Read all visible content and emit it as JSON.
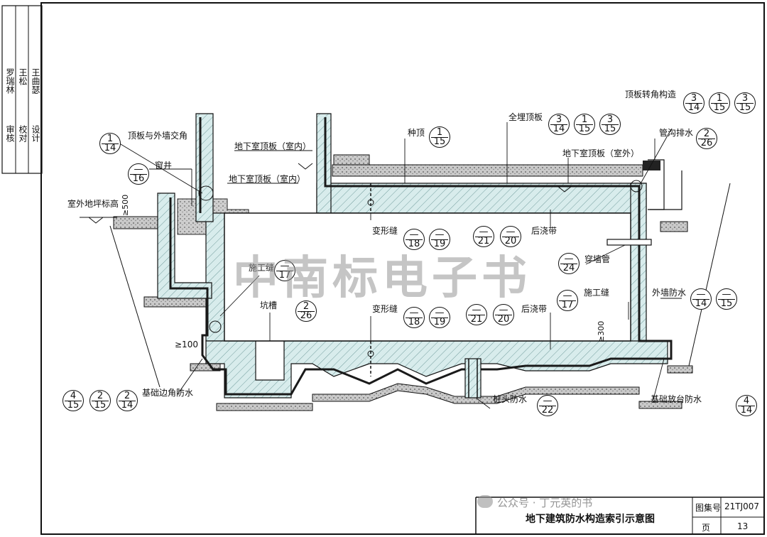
{
  "labels": {
    "roof_outer_wall": "顶板与外墙交角",
    "window_well": "窗井",
    "outdoor_ground": "室外地坪标高",
    "dim_500": "≥500",
    "roof_indoor_1": "地下室顶板（室内）",
    "roof_indoor_2": "地下室顶板（室内）",
    "planting_roof": "种顶",
    "fully_buried_roof": "全埋顶板",
    "roof_corner": "顶板转角构造",
    "trench_drain": "管沟排水",
    "roof_outdoor": "地下室顶板（室外）",
    "deform_joint_top": "变形缝",
    "post_pour_top": "后浇带",
    "wall_pipe": "穿墙管",
    "constr_joint_left": "施工缝",
    "constr_joint_right": "施工缝",
    "outer_wall_wp": "外墙防水",
    "pit": "坑槽",
    "deform_joint_bottom": "变形缝",
    "post_pour_bottom": "后浇带",
    "dim_300": "≥300",
    "dim_100": "≥100",
    "found_corner_wp": "基础边角防水",
    "pile_head_wp": "桩头防水",
    "found_step_wp": "基础放台防水"
  },
  "bubbles": {
    "roof_outer_wall": {
      "top": "1",
      "bottom": "14"
    },
    "window_well": {
      "top": "—",
      "bottom": "16"
    },
    "planting_roof": {
      "top": "1",
      "bottom": "15"
    },
    "buried_a": {
      "top": "3",
      "bottom": "14"
    },
    "buried_b": {
      "top": "1",
      "bottom": "15"
    },
    "buried_c": {
      "top": "3",
      "bottom": "15"
    },
    "corner_a": {
      "top": "3",
      "bottom": "14"
    },
    "corner_b": {
      "top": "1",
      "bottom": "15"
    },
    "corner_c": {
      "top": "3",
      "bottom": "15"
    },
    "trench": {
      "top": "2",
      "bottom": "26"
    },
    "deform_top_a": {
      "top": "—",
      "bottom": "18"
    },
    "deform_top_b": {
      "top": "—",
      "bottom": "19"
    },
    "post_top_a": {
      "top": "—",
      "bottom": "21"
    },
    "post_top_b": {
      "top": "—",
      "bottom": "20"
    },
    "wall_pipe": {
      "top": "—",
      "bottom": "24"
    },
    "constr_left": {
      "top": "—",
      "bottom": "17"
    },
    "constr_right": {
      "top": "—",
      "bottom": "17"
    },
    "outer_a": {
      "top": "—",
      "bottom": "14"
    },
    "outer_b": {
      "top": "—",
      "bottom": "15"
    },
    "pit": {
      "top": "2",
      "bottom": "26"
    },
    "deform_bot_a": {
      "top": "—",
      "bottom": "18"
    },
    "deform_bot_b": {
      "top": "—",
      "bottom": "19"
    },
    "post_bot_a": {
      "top": "—",
      "bottom": "21"
    },
    "post_bot_b": {
      "top": "—",
      "bottom": "20"
    },
    "found_a": {
      "top": "4",
      "bottom": "15"
    },
    "found_b": {
      "top": "2",
      "bottom": "15"
    },
    "found_c": {
      "top": "2",
      "bottom": "14"
    },
    "pile": {
      "top": "—",
      "bottom": "22"
    },
    "step": {
      "top": "4",
      "bottom": "14"
    }
  },
  "signature_col": {
    "approve": "审核",
    "check": "校对",
    "design": "设计",
    "names_1": "罗瑞林",
    "names_2": "王松",
    "names_3": "王曲瑟"
  },
  "title_block": {
    "title": "地下建筑防水构造索引示意图",
    "atlas_label": "图集号",
    "atlas_no": "21TJ007",
    "page_label": "页",
    "page_no": "13"
  },
  "watermark": "中南标电子书",
  "wechat": "公众号 · 丁元英的书",
  "colors": {
    "line": "#111111",
    "concrete_fill": "#d8ecec",
    "soil_fill": "#bdbdbd",
    "waterproof": "#1a1a1a"
  }
}
